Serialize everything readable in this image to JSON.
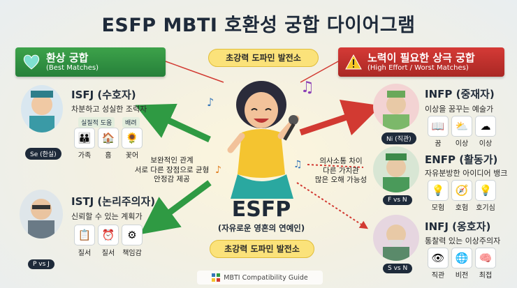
{
  "title": "ESFP MBTI 호환성 궁합 다이어그램",
  "best": {
    "title": "환상 궁합",
    "subtitle": "(Best Matches)"
  },
  "worst": {
    "title": "노력이 필요한 상극 궁합",
    "subtitle": "(High Effort / Worst Matches)"
  },
  "center": {
    "tag_top": "초강력 도파민 발전소",
    "name": "ESFP",
    "nickname": "(자유로운 영혼의 연예인)",
    "tag_bottom": "초강력 도파민 발전소"
  },
  "left_note": [
    "보완적인 관계",
    "서로 다른 장점으로 균형",
    "안정감 제공"
  ],
  "right_note": [
    "의사소통 차이",
    "다른 가치관",
    "많은 오해 가능성"
  ],
  "cards": {
    "isfj": {
      "title": "ISFJ (수호자)",
      "sub": "차분하고 성실한 조력자",
      "badge": "Se (한실)",
      "chips": [
        "실질적 도움",
        "배려"
      ],
      "icons": [
        {
          "name": "family-icon",
          "glyph": "👪",
          "label": "가족"
        },
        {
          "name": "house-icon",
          "glyph": "🏠",
          "label": "홈"
        },
        {
          "name": "flower-icon",
          "glyph": "🌻",
          "label": "꽃어"
        }
      ]
    },
    "istj": {
      "title": "ISTJ (논리주의자)",
      "sub": "신뢰할 수 있는 계획가",
      "badge": "P vs J",
      "icons": [
        {
          "name": "clipboard-icon",
          "glyph": "📋",
          "label": "질서"
        },
        {
          "name": "alarm-clock-icon",
          "glyph": "⏰",
          "label": "질서"
        },
        {
          "name": "gears-icon",
          "glyph": "⚙",
          "label": "책임감"
        }
      ]
    },
    "infp": {
      "title": "INFP (중재자)",
      "sub": "이상을 꿈꾸는 예술가",
      "badge": "Ni (직관)",
      "icons": [
        {
          "name": "book-icon",
          "glyph": "📖",
          "label": "꿈"
        },
        {
          "name": "cloud-sun-icon",
          "glyph": "⛅",
          "label": "이상"
        },
        {
          "name": "cloud-icon",
          "glyph": "☁",
          "label": "이상"
        }
      ]
    },
    "enfp": {
      "title": "ENFP (활동가)",
      "sub": "자유분방한 아이디어 뱅크",
      "badge": "F vs N",
      "icons": [
        {
          "name": "lightbulb-icon",
          "glyph": "💡",
          "label": "모험"
        },
        {
          "name": "compass-icon",
          "glyph": "🧭",
          "label": "호험"
        },
        {
          "name": "bulb-icon",
          "glyph": "💡",
          "label": "호기심"
        }
      ]
    },
    "infj": {
      "title": "INFJ (옹호자)",
      "sub": "통찰력 있는 이상주의자",
      "badge": "S vs N",
      "icons": [
        {
          "name": "eye-icon",
          "glyph": "👁",
          "label": "직관"
        },
        {
          "name": "globe-icon",
          "glyph": "🌐",
          "label": "비전"
        },
        {
          "name": "brain-icon",
          "glyph": "🧠",
          "label": "최접"
        }
      ]
    }
  },
  "footer": "MBTI Compatibility Guide",
  "colors": {
    "good": "#2f9a43",
    "bad": "#d23a32",
    "tag": "#fbe27a",
    "dark": "#1e2a3a"
  }
}
